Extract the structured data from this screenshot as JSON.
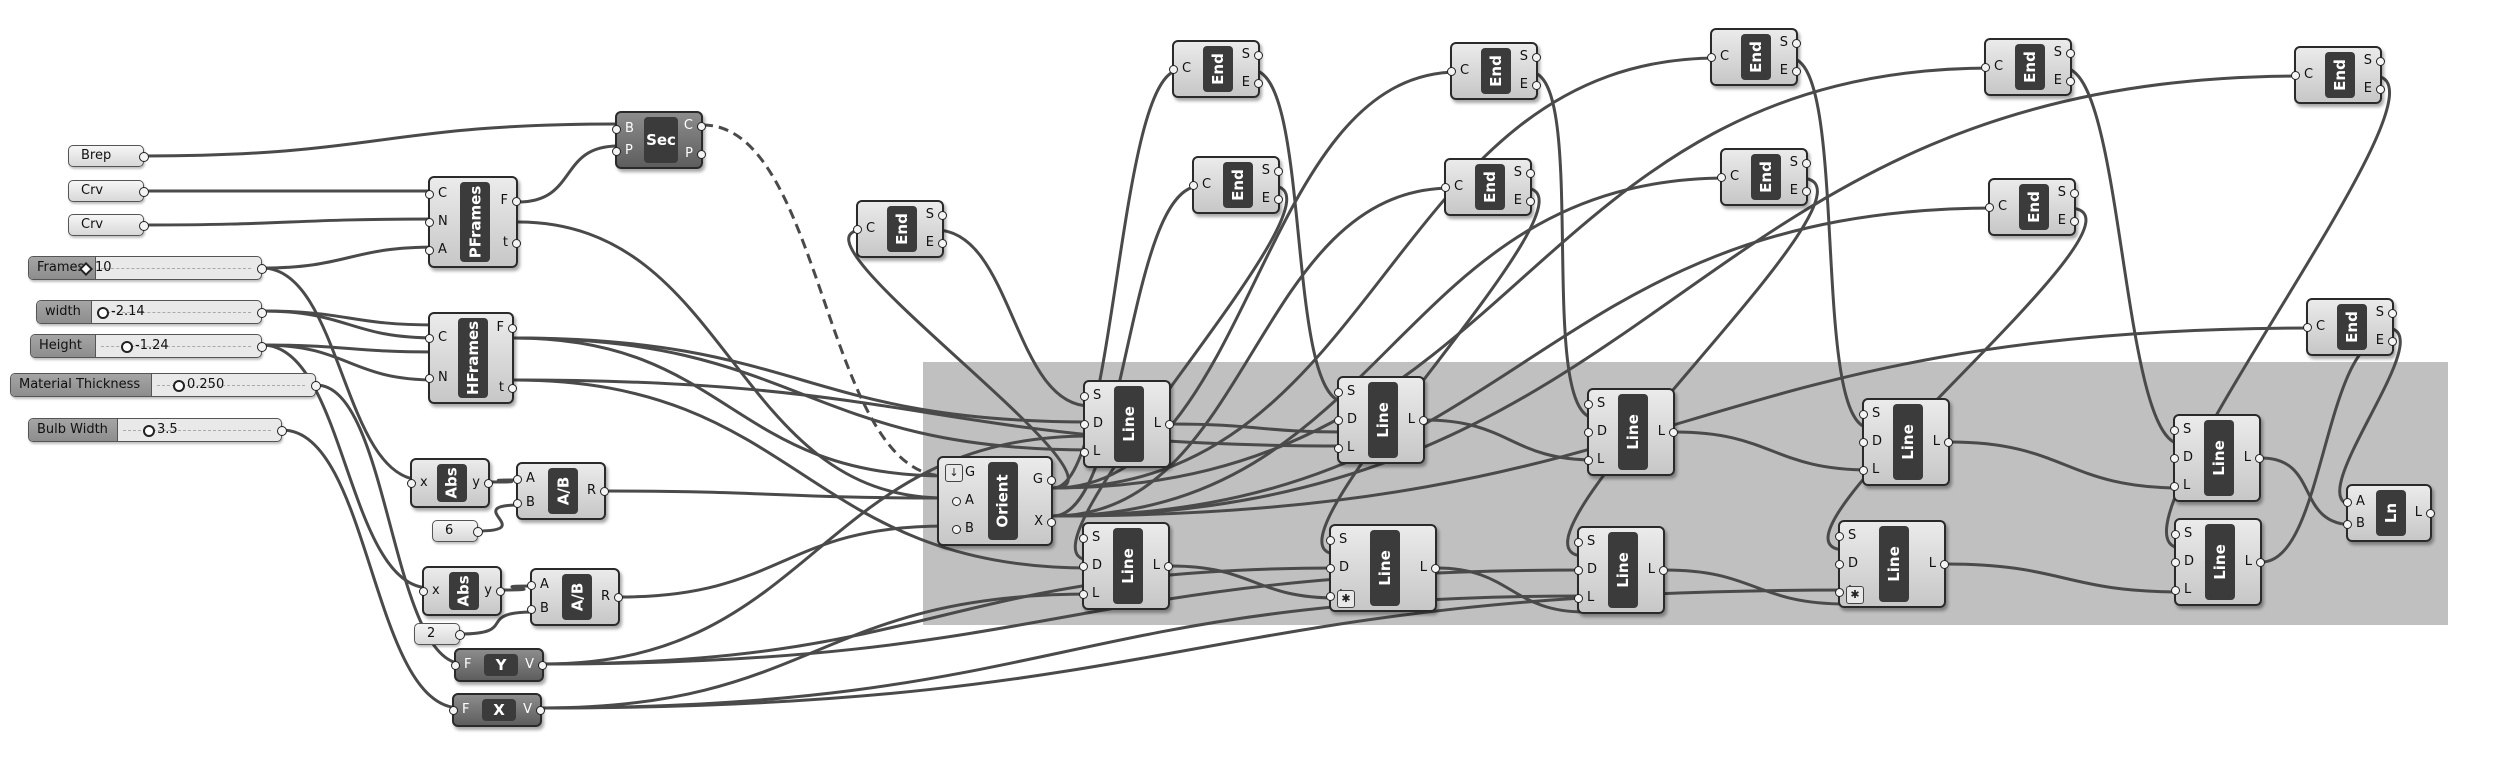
{
  "panels": [
    {
      "id": "brep",
      "text": "Brep"
    },
    {
      "id": "crv1",
      "text": "Crv"
    },
    {
      "id": "crv2",
      "text": "Crv"
    },
    {
      "id": "six",
      "text": "6"
    },
    {
      "id": "two",
      "text": "2"
    }
  ],
  "sliders": [
    {
      "id": "frames",
      "label": "Frames",
      "value": "10"
    },
    {
      "id": "width",
      "label": "width",
      "value": "-2.14"
    },
    {
      "id": "height",
      "label": "Height",
      "value": "-1.24"
    },
    {
      "id": "thick",
      "label": "Material Thickness",
      "value": "0.250"
    },
    {
      "id": "bulb",
      "label": "Bulb Width",
      "value": "3.5"
    }
  ],
  "components": {
    "sec": {
      "name": "Sec",
      "inputs": [
        "B",
        "P"
      ],
      "outputs": [
        "C",
        "P"
      ]
    },
    "pframes": {
      "name": "PFrames",
      "inputs": [
        "C",
        "N",
        "A"
      ],
      "outputs": [
        "F",
        "t"
      ]
    },
    "hframes": {
      "name": "HFrames",
      "inputs": [
        "C",
        "N"
      ],
      "outputs": [
        "F",
        "t"
      ]
    },
    "abs1": {
      "name": "Abs",
      "inputs": [
        "x"
      ],
      "outputs": [
        "y"
      ]
    },
    "abs2": {
      "name": "Abs",
      "inputs": [
        "x"
      ],
      "outputs": [
        "y"
      ]
    },
    "div1": {
      "name": "A/B",
      "inputs": [
        "A",
        "B"
      ],
      "outputs": [
        "R"
      ]
    },
    "div2": {
      "name": "A/B",
      "inputs": [
        "A",
        "B"
      ],
      "outputs": [
        "R"
      ]
    },
    "ycomp": {
      "name": "Y",
      "inputs": [
        "F"
      ],
      "outputs": [
        "V"
      ]
    },
    "xcomp": {
      "name": "X",
      "inputs": [
        "F"
      ],
      "outputs": [
        "V"
      ]
    },
    "orient": {
      "name": "Orient",
      "inputs": [
        "G",
        "A",
        "B"
      ],
      "outputs": [
        "G",
        "X"
      ]
    },
    "end": {
      "name": "End",
      "inputs": [
        "C"
      ],
      "outputs": [
        "S",
        "E"
      ]
    },
    "line": {
      "name": "Line",
      "inputs": [
        "S",
        "D",
        "L"
      ],
      "outputs": [
        "L"
      ]
    },
    "ln": {
      "name": "Ln",
      "inputs": [
        "A",
        "B"
      ],
      "outputs": [
        "L"
      ]
    }
  }
}
